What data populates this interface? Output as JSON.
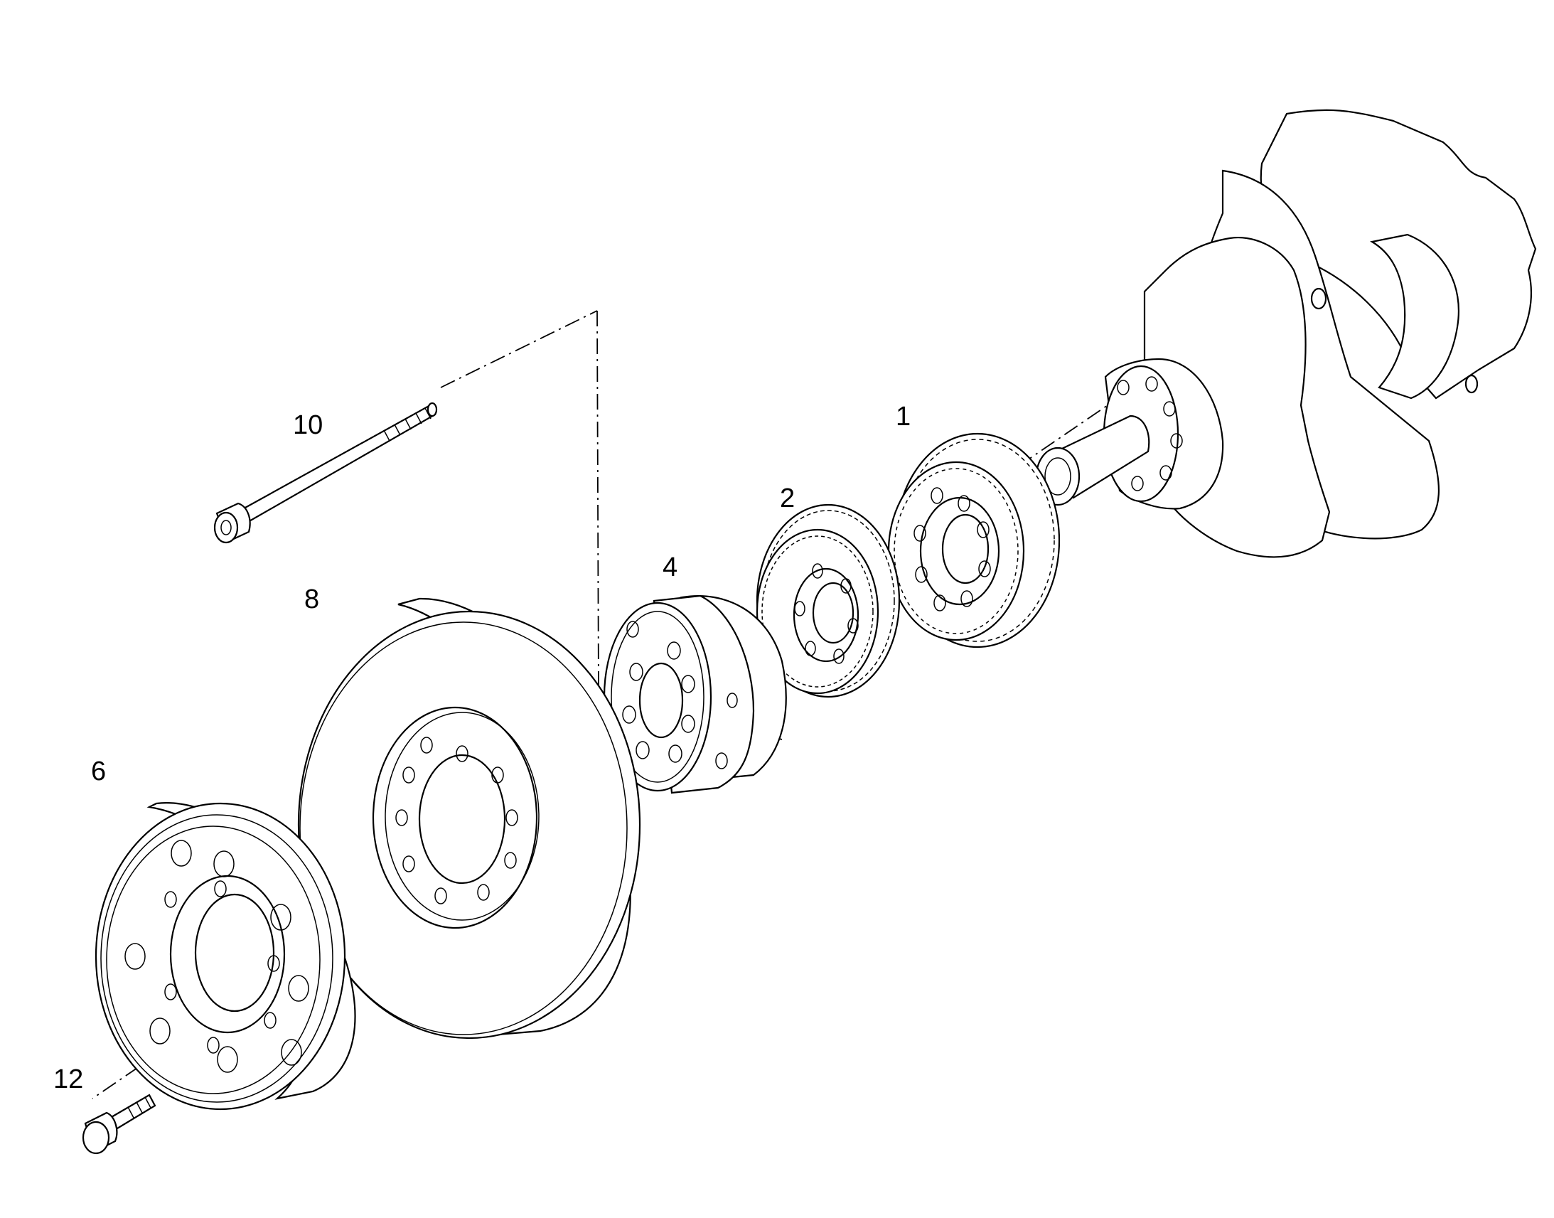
{
  "diagram": {
    "callouts": [
      {
        "id": "1",
        "label": "1"
      },
      {
        "id": "2",
        "label": "2"
      },
      {
        "id": "4",
        "label": "4"
      },
      {
        "id": "6",
        "label": "6"
      },
      {
        "id": "8",
        "label": "8"
      },
      {
        "id": "10",
        "label": "10"
      },
      {
        "id": "12",
        "label": "12"
      }
    ]
  }
}
